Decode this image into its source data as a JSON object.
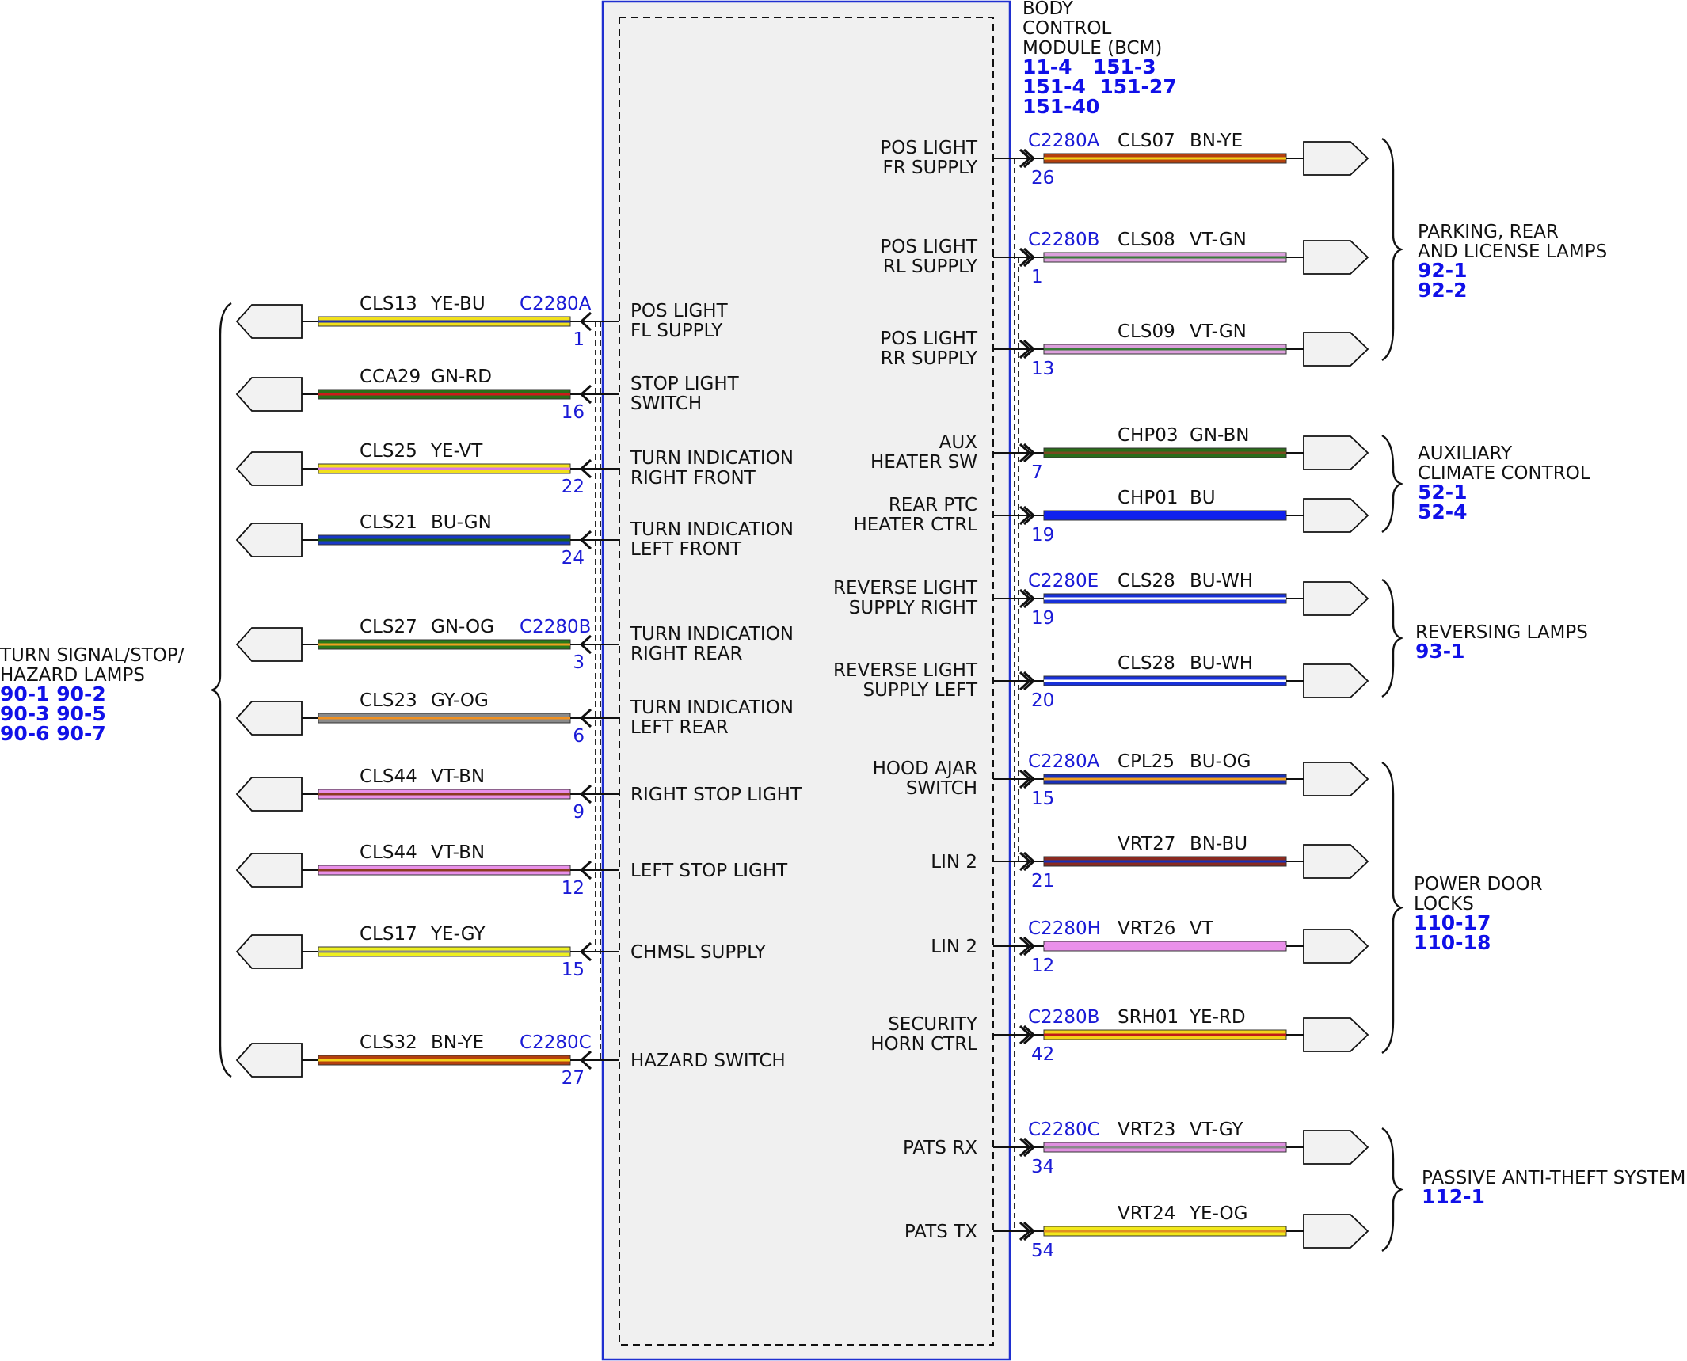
{
  "module": {
    "title_lines": [
      "BODY",
      "CONTROL",
      "MODULE (BCM)"
    ],
    "refs": [
      "11-4   151-3",
      "151-4  151-27",
      "151-40"
    ]
  },
  "colors": {
    "BN-YE": [
      "#b5400e",
      "#f2d21b"
    ],
    "YE-BU": [
      "#f2e11b",
      "#1f2fb0"
    ],
    "GN-RD": [
      "#2a6e1a",
      "#cc1a1a"
    ],
    "YE-VT": [
      "#f2e11b",
      "#d77be0"
    ],
    "BU-GN": [
      "#1838c8",
      "#1a5e1a"
    ],
    "GN-OG": [
      "#2a7a1a",
      "#f0a020"
    ],
    "GY-OG": [
      "#8a8a8a",
      "#f09020"
    ],
    "VT-BN": [
      "#e890e8",
      "#8a3a20"
    ],
    "YE-GY": [
      "#eef020",
      "#8a8a8a"
    ],
    "VT-GN": [
      "#dca0dc",
      "#3a7a3a"
    ],
    "GN-BN": [
      "#2a6e1a",
      "#7a4a20"
    ],
    "BU": [
      "#1020ee",
      "#1020ee"
    ],
    "BU-WH": [
      "#1830d8",
      "#ffffff"
    ],
    "BU-OG": [
      "#1830b8",
      "#f0a020"
    ],
    "BN-BU": [
      "#8a2a20",
      "#1830b8"
    ],
    "VT": [
      "#ea90ea",
      "#ea90ea"
    ],
    "YE-RD": [
      "#f2d21b",
      "#c01a1a"
    ],
    "VT-GY": [
      "#e090e0",
      "#8a8a8a"
    ],
    "YE-OG": [
      "#f2e81b",
      "#e09020"
    ]
  },
  "left_circuits": [
    {
      "func": [
        "POS LIGHT",
        "FL SUPPLY"
      ],
      "circuit": "CLS13",
      "color": "YE-BU",
      "connector": "C2280A",
      "pin": "1"
    },
    {
      "func": [
        "STOP LIGHT",
        "SWITCH"
      ],
      "circuit": "CCA29",
      "color": "GN-RD",
      "connector": "",
      "pin": "16"
    },
    {
      "func": [
        "TURN INDICATION",
        "RIGHT FRONT"
      ],
      "circuit": "CLS25",
      "color": "YE-VT",
      "connector": "",
      "pin": "22"
    },
    {
      "func": [
        "TURN INDICATION",
        "LEFT FRONT"
      ],
      "circuit": "CLS21",
      "color": "BU-GN",
      "connector": "",
      "pin": "24"
    },
    {
      "func": [
        "TURN INDICATION",
        "RIGHT REAR"
      ],
      "circuit": "CLS27",
      "color": "GN-OG",
      "connector": "C2280B",
      "pin": "3"
    },
    {
      "func": [
        "TURN INDICATION",
        "LEFT REAR"
      ],
      "circuit": "CLS23",
      "color": "GY-OG",
      "connector": "",
      "pin": "6"
    },
    {
      "func": [
        "RIGHT STOP LIGHT"
      ],
      "circuit": "CLS44",
      "color": "VT-BN",
      "connector": "",
      "pin": "9"
    },
    {
      "func": [
        "LEFT STOP LIGHT"
      ],
      "circuit": "CLS44",
      "color": "VT-BN",
      "connector": "",
      "pin": "12"
    },
    {
      "func": [
        "CHMSL SUPPLY"
      ],
      "circuit": "CLS17",
      "color": "YE-GY",
      "connector": "",
      "pin": "15"
    },
    {
      "func": [
        "HAZARD SWITCH"
      ],
      "circuit": "CLS32",
      "color": "BN-YE",
      "connector": "C2280C",
      "pin": "27"
    }
  ],
  "right_circuits": [
    {
      "func": [
        "POS LIGHT",
        "FR SUPPLY"
      ],
      "circuit": "CLS07",
      "color": "BN-YE",
      "connector": "C2280A",
      "pin": "26"
    },
    {
      "func": [
        "POS LIGHT",
        "RL SUPPLY"
      ],
      "circuit": "CLS08",
      "color": "VT-GN",
      "connector": "C2280B",
      "pin": "1"
    },
    {
      "func": [
        "POS LIGHT",
        "RR SUPPLY"
      ],
      "circuit": "CLS09",
      "color": "VT-GN",
      "connector": "",
      "pin": "13"
    },
    {
      "func": [
        "AUX",
        "HEATER SW"
      ],
      "circuit": "CHP03",
      "color": "GN-BN",
      "connector": "",
      "pin": "7"
    },
    {
      "func": [
        "REAR PTC",
        "HEATER CTRL"
      ],
      "circuit": "CHP01",
      "color": "BU",
      "connector": "",
      "pin": "19"
    },
    {
      "func": [
        "REVERSE LIGHT",
        "SUPPLY RIGHT"
      ],
      "circuit": "CLS28",
      "color": "BU-WH",
      "connector": "C2280E",
      "pin": "19"
    },
    {
      "func": [
        "REVERSE LIGHT",
        "SUPPLY LEFT"
      ],
      "circuit": "CLS28",
      "color": "BU-WH",
      "connector": "",
      "pin": "20"
    },
    {
      "func": [
        "HOOD AJAR",
        "SWITCH"
      ],
      "circuit": "CPL25",
      "color": "BU-OG",
      "connector": "C2280A",
      "pin": "15"
    },
    {
      "func": [
        "LIN 2"
      ],
      "circuit": "VRT27",
      "color": "BN-BU",
      "connector": "",
      "pin": "21"
    },
    {
      "func": [
        "LIN 2"
      ],
      "circuit": "VRT26",
      "color": "VT",
      "connector": "C2280H",
      "pin": "12"
    },
    {
      "func": [
        "SECURITY",
        "HORN CTRL"
      ],
      "circuit": "SRH01",
      "color": "YE-RD",
      "connector": "C2280B",
      "pin": "42"
    },
    {
      "func": [
        "PATS RX"
      ],
      "circuit": "VRT23",
      "color": "VT-GY",
      "connector": "C2280C",
      "pin": "34"
    },
    {
      "func": [
        "PATS TX"
      ],
      "circuit": "VRT24",
      "color": "YE-OG",
      "connector": "",
      "pin": "54"
    }
  ],
  "groups": {
    "left": {
      "label": [
        "TURN SIGNAL/STOP/",
        "HAZARD LAMPS"
      ],
      "refs": [
        "90-1  90-2",
        "90-3  90-5",
        "90-6  90-7"
      ]
    },
    "right": [
      {
        "label": [
          "PARKING, REAR",
          "AND LICENSE LAMPS"
        ],
        "refs": [
          "92-1",
          "92-2"
        ]
      },
      {
        "label": [
          "AUXILIARY",
          "CLIMATE CONTROL"
        ],
        "refs": [
          "52-1",
          "52-4"
        ]
      },
      {
        "label": [
          "REVERSING LAMPS"
        ],
        "refs": [
          "93-1"
        ]
      },
      {
        "label": [
          "POWER DOOR",
          "LOCKS"
        ],
        "refs": [
          "110-17",
          "110-18"
        ]
      },
      {
        "label": [
          "PASSIVE ANTI-THEFT SYSTEM"
        ],
        "refs": [
          "112-1"
        ]
      }
    ]
  }
}
